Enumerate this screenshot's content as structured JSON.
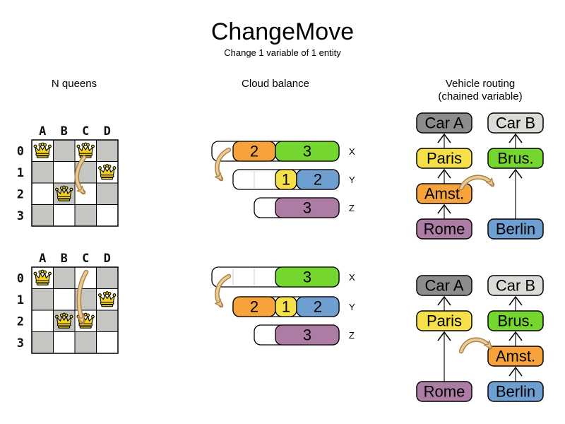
{
  "title": "ChangeMove",
  "subtitle": "Change 1 variable of 1 entity",
  "colors": {
    "orange": "#F6A33C",
    "green": "#74D62F",
    "yellow": "#F5E04A",
    "blue": "#6F9FD0",
    "purple": "#AC7CA5",
    "car_a_gray": "#8C8C8C",
    "car_b_gray": "#DBDBD7",
    "board_gray": "#C5C5C1",
    "queen_gold": "#F4D21F",
    "move_arrow": "#E9CB96",
    "move_arrow_outline": "#AD8048",
    "connector": "#606060"
  },
  "panels": {
    "nqueens": {
      "title": "N queens",
      "column_labels": [
        "A",
        "B",
        "C",
        "D"
      ],
      "row_labels": [
        "0",
        "1",
        "2",
        "3"
      ],
      "boards": [
        {
          "state": "before",
          "queens": [
            "A0",
            "C0",
            "D1",
            "B2"
          ],
          "move": {
            "from": "C0",
            "to": "C2"
          }
        },
        {
          "state": "after",
          "queens": [
            "A0",
            "D1",
            "B2",
            "C2"
          ],
          "move": {
            "from": "C0",
            "to": "C2"
          }
        }
      ]
    },
    "cloud": {
      "title": "Cloud balance",
      "computers": [
        "X",
        "Y",
        "Z"
      ],
      "states": [
        {
          "state": "before",
          "move": {
            "process": "2",
            "color": "orange",
            "from": "X",
            "to": "Y"
          },
          "rows": [
            {
              "computer": "X",
              "free_units": 1,
              "processes": [
                {
                  "value": "2",
                  "color": "orange"
                },
                {
                  "value": "3",
                  "color": "green"
                }
              ]
            },
            {
              "computer": "Y",
              "free_units": 2,
              "processes": [
                {
                  "value": "1",
                  "color": "yellow"
                },
                {
                  "value": "2",
                  "color": "blue"
                }
              ]
            },
            {
              "computer": "Z",
              "free_units": 1,
              "processes": [
                {
                  "value": "3",
                  "color": "purple"
                }
              ]
            }
          ]
        },
        {
          "state": "after",
          "move": {
            "process": "2",
            "color": "orange",
            "from": "X",
            "to": "Y"
          },
          "rows": [
            {
              "computer": "X",
              "free_units": 3,
              "processes": [
                {
                  "value": "3",
                  "color": "green"
                }
              ]
            },
            {
              "computer": "Y",
              "free_units": 0,
              "processes": [
                {
                  "value": "2",
                  "color": "orange"
                },
                {
                  "value": "1",
                  "color": "yellow"
                },
                {
                  "value": "2",
                  "color": "blue"
                }
              ]
            },
            {
              "computer": "Z",
              "free_units": 1,
              "processes": [
                {
                  "value": "3",
                  "color": "purple"
                }
              ]
            }
          ]
        }
      ]
    },
    "vehicle": {
      "title": "Vehicle routing",
      "subtitle": "(chained variable)",
      "states": [
        {
          "state": "before",
          "move": {
            "stop": "Amst.",
            "from": "Car A",
            "to": "Car B"
          },
          "chains": [
            {
              "vehicle": "Car A",
              "vehicle_color": "car_a_gray",
              "stops": [
                {
                  "label": "Rome",
                  "color": "purple"
                },
                {
                  "label": "Amst.",
                  "color": "orange"
                },
                {
                  "label": "Paris",
                  "color": "yellow"
                }
              ]
            },
            {
              "vehicle": "Car B",
              "vehicle_color": "car_b_gray",
              "stops": [
                {
                  "label": "Berlin",
                  "color": "blue"
                },
                {
                  "label": "Brus.",
                  "color": "green"
                }
              ]
            }
          ]
        },
        {
          "state": "after",
          "move": {
            "stop": "Amst.",
            "from": "Car A",
            "to": "Car B"
          },
          "chains": [
            {
              "vehicle": "Car A",
              "vehicle_color": "car_a_gray",
              "stops": [
                {
                  "label": "Rome",
                  "color": "purple"
                },
                {
                  "label": "Paris",
                  "color": "yellow"
                }
              ]
            },
            {
              "vehicle": "Car B",
              "vehicle_color": "car_b_gray",
              "stops": [
                {
                  "label": "Berlin",
                  "color": "blue"
                },
                {
                  "label": "Amst.",
                  "color": "orange"
                },
                {
                  "label": "Brus.",
                  "color": "green"
                }
              ]
            }
          ]
        }
      ]
    }
  }
}
